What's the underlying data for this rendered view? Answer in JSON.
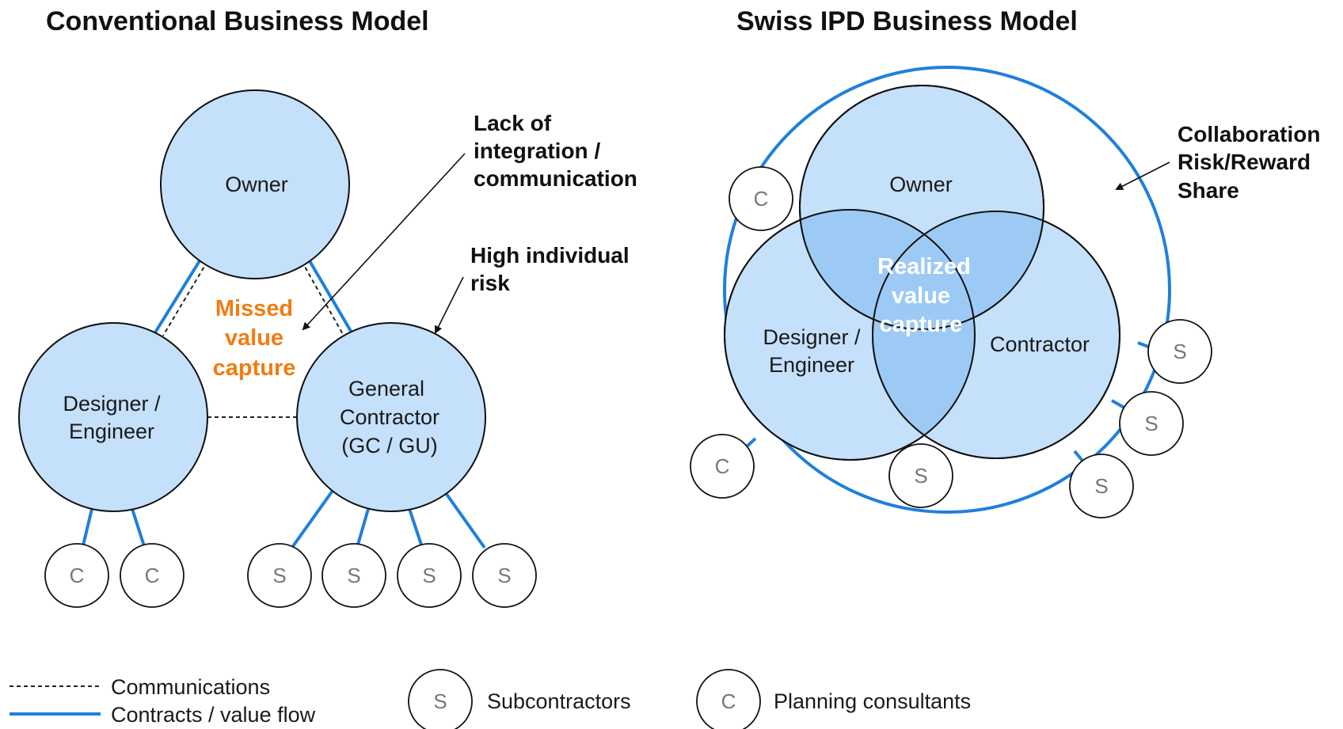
{
  "titles": {
    "left": "Conventional Business Model",
    "right": "Swiss IPD Business Model"
  },
  "conventional": {
    "owner": "Owner",
    "designer": [
      "Designer /",
      "Engineer"
    ],
    "gc": [
      "General",
      "Contractor",
      "(GC / GU)"
    ],
    "missed": [
      "Missed",
      "value",
      "capture"
    ],
    "lack": [
      "Lack of",
      "integration /",
      "communication"
    ],
    "risk": [
      "High individual",
      "risk"
    ],
    "consultants": [
      "C",
      "C"
    ],
    "subs": [
      "S",
      "S",
      "S",
      "S"
    ]
  },
  "ipd": {
    "owner": "Owner",
    "designer": [
      "Designer /",
      "Engineer"
    ],
    "contractor": "Contractor",
    "realized": [
      "Realized",
      "value",
      "capture"
    ],
    "collab": [
      "Collaboration",
      "Risk/Reward",
      "Share"
    ],
    "consultants": [
      "C",
      "C"
    ],
    "subs": [
      "S",
      "S",
      "S",
      "S"
    ]
  },
  "legend": {
    "communications": "Communications",
    "contracts": "Contracts / value flow",
    "s_symbol": "S",
    "subcontractors": "Subcontractors",
    "c_symbol": "C",
    "consultants": "Planning consultants"
  },
  "colors": {
    "node_fill": "#c5e0fa",
    "overlap_fill": "#9ccaf5",
    "contract_line": "#1f80db",
    "missed_value": "#f07d12"
  }
}
